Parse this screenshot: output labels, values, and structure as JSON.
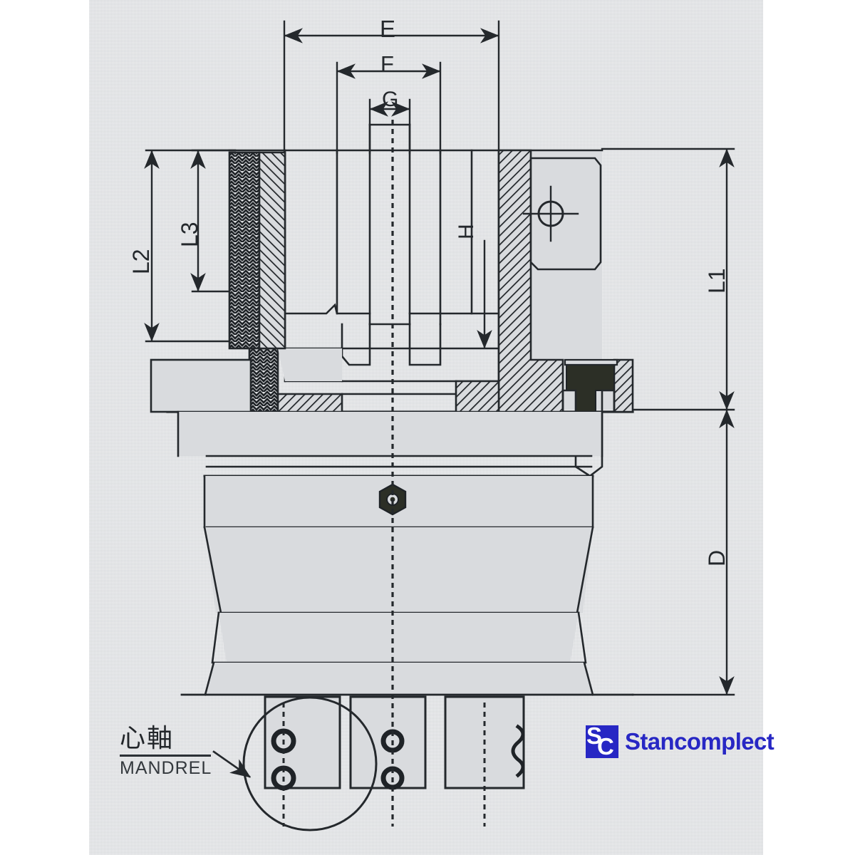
{
  "document": {
    "type": "engineering-drawing",
    "subject": "chuck / mandrel cross-section assembly drawing",
    "paper_color": "#dcdee1",
    "line_color": "#24282c"
  },
  "dimensions": {
    "E": {
      "label": "E",
      "orientation": "horizontal",
      "position": "top"
    },
    "F": {
      "label": "F",
      "orientation": "horizontal",
      "position": "top"
    },
    "G": {
      "label": "G",
      "orientation": "horizontal",
      "position": "top"
    },
    "H": {
      "label": "H",
      "orientation": "vertical",
      "position": "interior"
    },
    "L1": {
      "label": "L1",
      "orientation": "vertical",
      "position": "right"
    },
    "L2": {
      "label": "L2",
      "orientation": "vertical",
      "position": "left"
    },
    "L3": {
      "label": "L3",
      "orientation": "vertical",
      "position": "left"
    },
    "D": {
      "label": "D",
      "orientation": "vertical",
      "position": "right"
    }
  },
  "annotations": {
    "mandrel": {
      "japanese": "心軸",
      "english": "MANDREL"
    }
  },
  "branding": {
    "logo_mark_s": "S",
    "logo_mark_c": "C",
    "wordmark": "Stancomplect",
    "brand_color": "#2727c4"
  }
}
